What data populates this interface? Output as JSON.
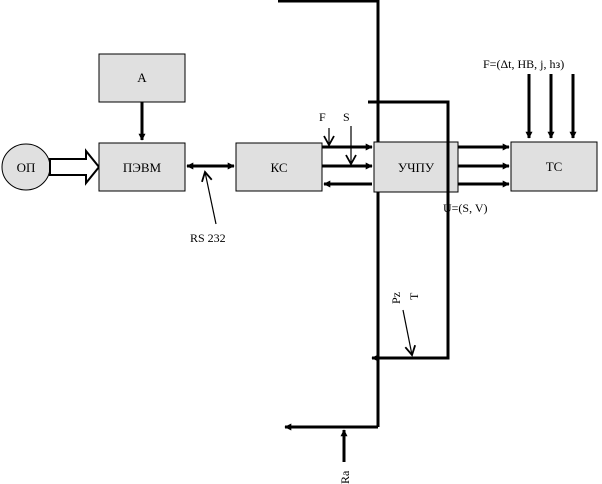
{
  "blocks": {
    "a": "А",
    "op": "ОП",
    "pevm": "ПЭВМ",
    "ks": "КС",
    "uchpu": "УЧПУ",
    "ts": "ТС"
  },
  "labels": {
    "rs232": "RS 232",
    "f": "F",
    "s": "S",
    "f_params": "F=(Δt, HB, j, hз)",
    "u_params": "U=(S, V)",
    "pz": "Pz",
    "t": "T",
    "ra": "Ra"
  }
}
